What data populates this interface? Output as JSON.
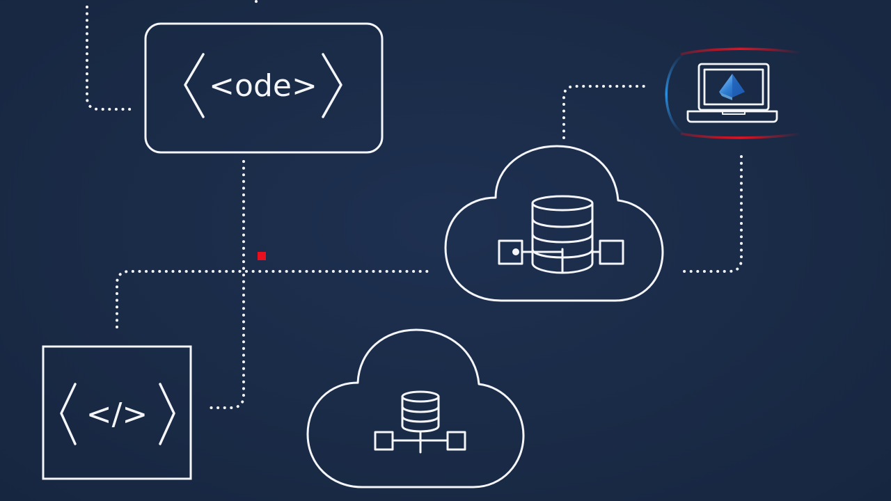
{
  "code_box": {
    "left_chevron": "〈",
    "text": "<ode>",
    "right_chevron": "〉"
  },
  "tag_box": {
    "left_chevron": "〈",
    "text": "</>",
    "right_chevron": "〉"
  },
  "colors": {
    "background": "#1a2b47",
    "line": "#f4f6fa",
    "accent_red": "#e8101e",
    "accent_blue": "#2d8fe0",
    "logo_blue": "#2f7fd4"
  },
  "icons": [
    "code-box",
    "tag-box",
    "cloud-database-main",
    "cloud-database-lower",
    "laptop",
    "app-logo",
    "red-marker"
  ]
}
